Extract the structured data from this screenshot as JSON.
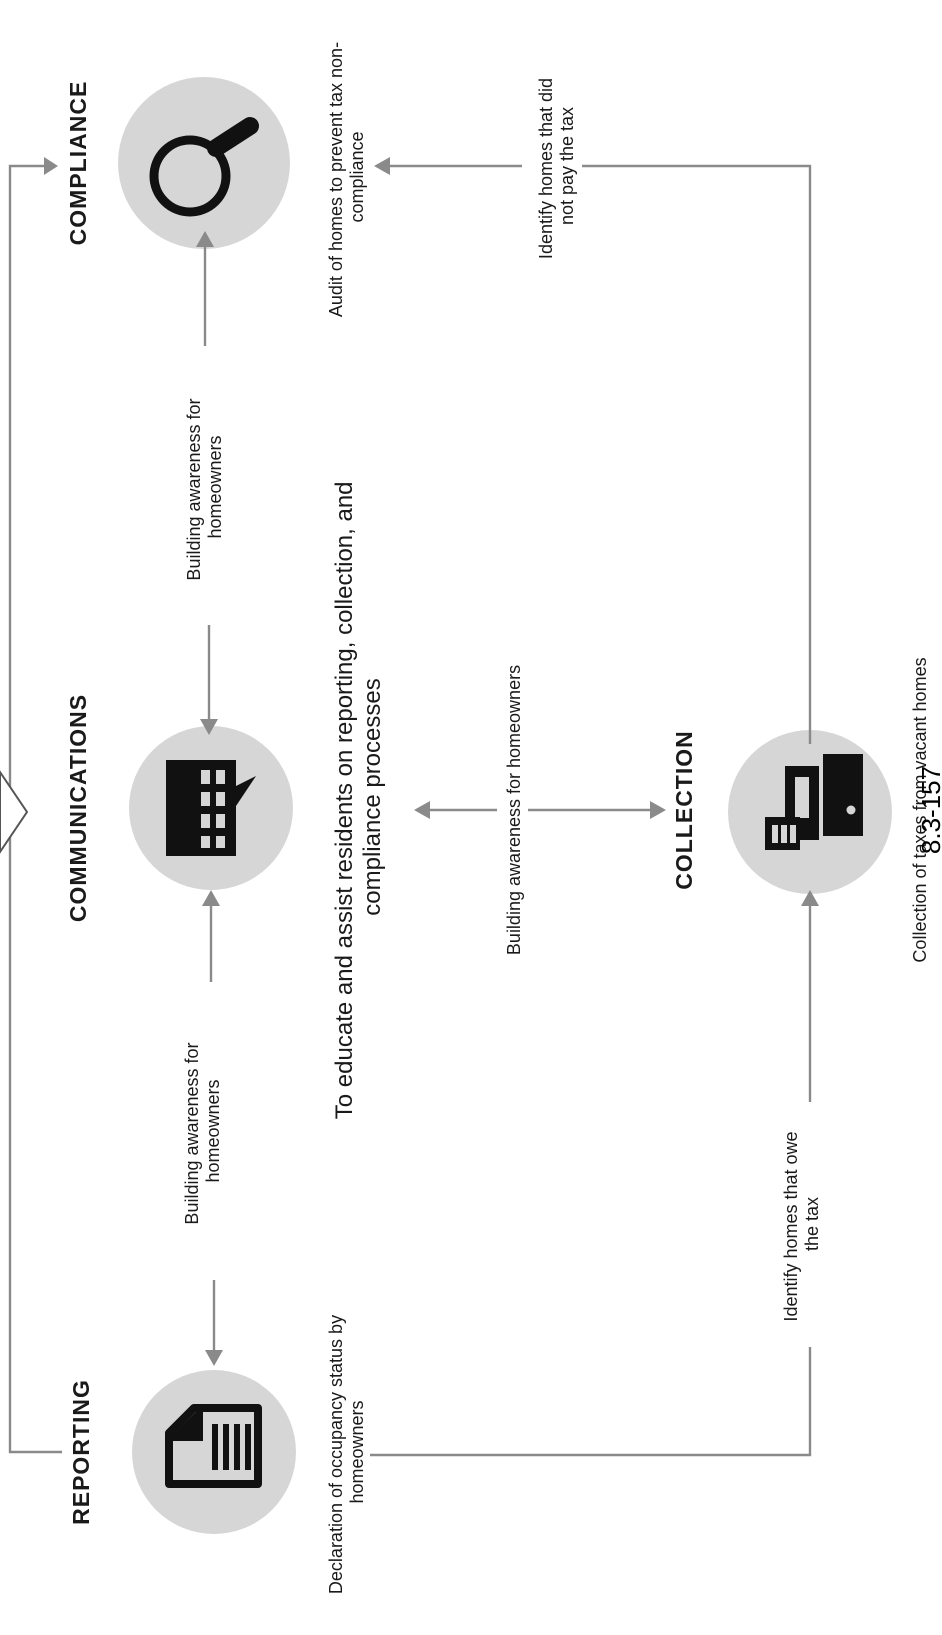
{
  "diagram": {
    "center_text": [
      "To educate and assist residents on reporting, collection, and",
      "compliance processes"
    ],
    "stages": {
      "reporting": {
        "title": "REPORTING",
        "caption": [
          "Declaration of occupancy status by",
          "homeowners"
        ],
        "icon": "document-icon"
      },
      "communications": {
        "title": "COMMUNICATIONS",
        "icon": "speech-bubble-icon"
      },
      "compliance": {
        "title": "COMPLIANCE",
        "caption": [
          "Audit of homes to prevent tax non-",
          "compliance"
        ],
        "icon": "magnifying-glass-icon"
      },
      "collection": {
        "title": "COLLECTION",
        "caption": [
          "Collection of taxes from vacant homes"
        ],
        "icon": "cash-register-icon"
      }
    },
    "connectors": {
      "comm_to_reporting": [
        "Building awareness for",
        "homeowners"
      ],
      "comm_to_compliance": [
        "Building awareness for",
        "homeowners"
      ],
      "comm_to_collection": [
        "Building awareness for homeowners"
      ],
      "reporting_to_collection": [
        "Identify homes that owe",
        "the tax"
      ],
      "collection_to_compliance": [
        "Identify homes that did",
        "not pay the tax"
      ]
    },
    "page_number": "8.3-157"
  }
}
